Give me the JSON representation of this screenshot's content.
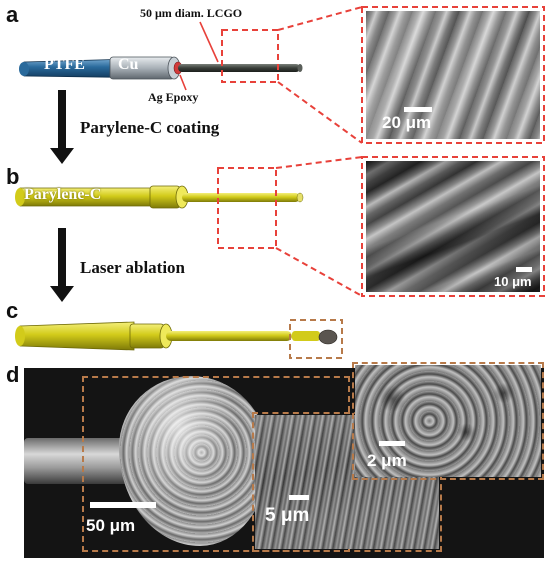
{
  "panels": {
    "a": {
      "letter": "a",
      "ptfe": "PTFE",
      "cu": "Cu",
      "fiber_label": "50 μm diam. LCGO",
      "epoxy_label": "Ag Epoxy",
      "scale": "20 μm"
    },
    "step1": "Parylene-C coating",
    "b": {
      "letter": "b",
      "coating": "Parylene-C",
      "scale": "10 μm"
    },
    "step2": "Laser ablation",
    "c": {
      "letter": "c"
    },
    "d": {
      "letter": "d",
      "scale_main": "50 μm",
      "scale_mid": "5 μm",
      "scale_top": "2 μm"
    }
  },
  "colors": {
    "ptfe_blue": "#1f5a8a",
    "copper_grey": "#a9b1b8",
    "fiber_dark": "#3a3f3a",
    "parylene_yellow": "#d8d21e",
    "callout_red": "#e8413a",
    "callout_tan": "#b77a4a"
  }
}
